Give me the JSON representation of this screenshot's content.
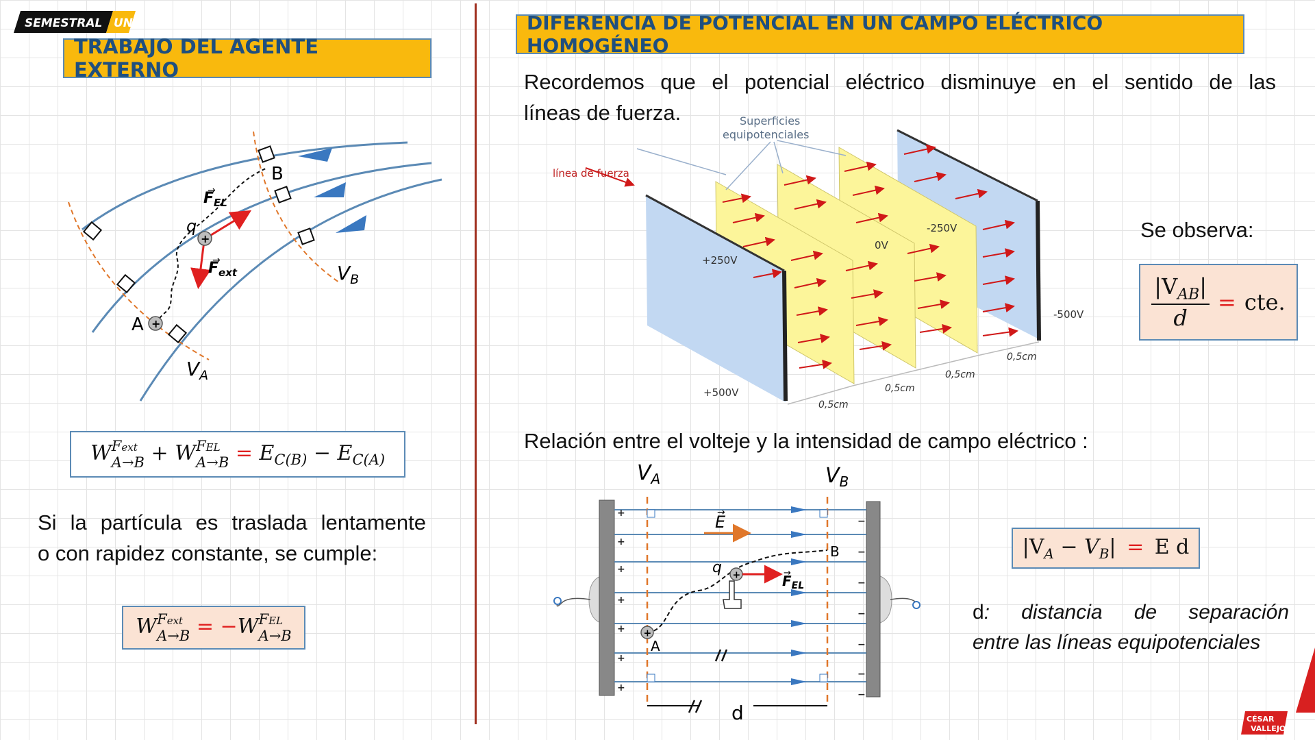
{
  "logo": {
    "text_a": "SEMESTRAL",
    "text_b": "UNI"
  },
  "footer_logo": {
    "line1": "CÉSAR",
    "line2": "VALLEJO"
  },
  "left": {
    "heading": "TRABAJO DEL AGENTE EXTERNO",
    "diagram": {
      "label_B": "B",
      "label_A": "A",
      "label_q": "q",
      "label_FEL": "F",
      "label_FEL_sub": "EL",
      "label_Fext": "F",
      "label_Fext_sub": "ext",
      "label_VB": "V",
      "label_VB_sub": "B",
      "label_VA": "V",
      "label_VA_sub": "A"
    },
    "equation1": {
      "w": "W",
      "sup1": "F",
      "sup1_sub": "ext",
      "sub1": "A→B",
      "plus": "+",
      "sup2": "F",
      "sup2_sub": "EL",
      "sub2": "A→B",
      "eq": "=",
      "e1": "E",
      "e1_sub": "C(B)",
      "minus": "−",
      "e2": "E",
      "e2_sub": "C(A)"
    },
    "paragraph_line1": "Si la partícula es traslada lentamente",
    "paragraph_line2": "o con rapidez constante, se cumple:",
    "equation2": {
      "w": "W",
      "sup1": "F",
      "sup1_sub": "ext",
      "sub1": "A→B",
      "eq": "=",
      "neg": "−",
      "w2": "W",
      "sup2": "F",
      "sup2_sub": "EL",
      "sub2": "A→B"
    }
  },
  "right": {
    "heading": "DIFERENCIA DE POTENCIAL EN UN CAMPO ELÉCTRICO HOMOGÉNEO",
    "intro_line1": "Recordemos que el potencial eléctrico disminuye en el sentido de las",
    "intro_line2": "líneas de fuerza.",
    "plates_diagram": {
      "superficies1": "Superficies",
      "superficies2": "equipotenciales",
      "linea_fuerza": "línea de fuerza",
      "v_plus500": "+500V",
      "v_plus250": "+250V",
      "v_0": "0V",
      "v_minus250": "-250V",
      "v_minus500": "-500V",
      "sep1": "0,5cm",
      "sep2": "0,5cm",
      "sep3": "0,5cm",
      "sep4": "0,5cm"
    },
    "se_observa": "Se observa:",
    "equation3": {
      "num": "|V",
      "num_sub": "AB",
      "num_end": "|",
      "den": "d",
      "eq": "=",
      "rhs": "cte."
    },
    "relation_text": "Relación entre el volteje y la intensidad de campo eléctrico :",
    "field_diagram": {
      "label_VA": "V",
      "label_VA_sub": "A",
      "label_VB": "V",
      "label_VB_sub": "B",
      "label_E": "E",
      "label_q": "q",
      "label_FEL": "F",
      "label_FEL_sub": "EL",
      "label_A": "A",
      "label_B": "B",
      "label_d": "d",
      "plus": "+",
      "minus": "−"
    },
    "equation4": {
      "lhs": "|V",
      "a": "A",
      "minus": " − V",
      "b": "B",
      "end": "|",
      "eq": "=",
      "rhs": "E d"
    },
    "d_def_prefix": "d",
    "d_def_line1": ": distancia de separación",
    "d_def_line2": "entre las líneas equipotenciales"
  },
  "colors": {
    "banner": "#f9b90d",
    "banner_text": "#1f4f7f",
    "box_border": "#5b8ab5",
    "eq_box_bg": "#fbe3d4",
    "divider": "#a03020",
    "arrow_red": "#e02020",
    "field_line": "#5b8ab5"
  }
}
